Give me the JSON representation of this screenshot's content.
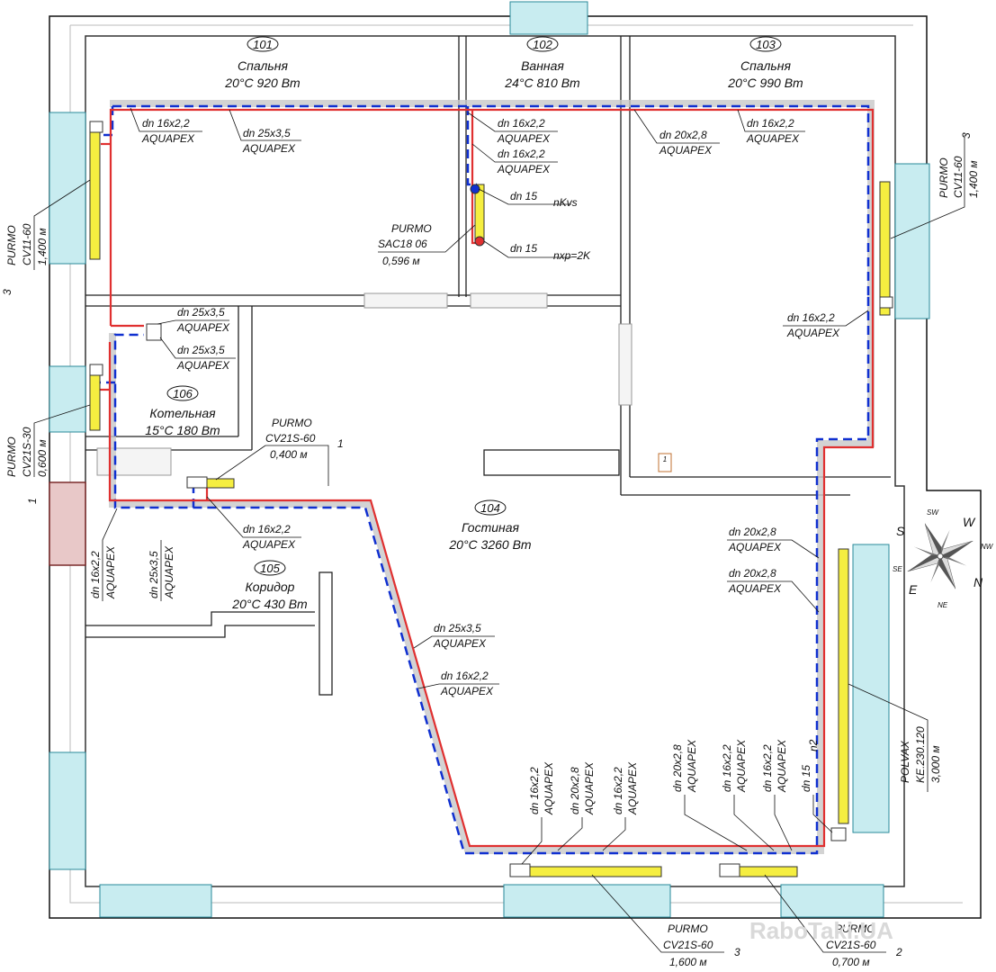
{
  "rooms": [
    {
      "num": "101",
      "name": "Спальня",
      "spec": "20°C 920 Вт"
    },
    {
      "num": "102",
      "name": "Ванная",
      "spec": "24°C 810 Вт"
    },
    {
      "num": "103",
      "name": "Спальня",
      "spec": "20°C 990 Вт"
    },
    {
      "num": "104",
      "name": "Гостиная",
      "spec": "20°C 3260 Вт"
    },
    {
      "num": "105",
      "name": "Коридор",
      "spec": "20°C 430 Вт"
    },
    {
      "num": "106",
      "name": "Котельная",
      "spec": "15°C 180 Вт"
    }
  ],
  "pipes": {
    "p16": "dn 16x2,2",
    "p25": "dn 25x3,5",
    "p20": "dn 20x2,8",
    "p15": "dn 15",
    "material": "AQUAPEX",
    "valve_kvs": "nKvs",
    "valve_xp": "nxp=2K"
  },
  "radiators": [
    {
      "brand": "PURMO",
      "model": "CV11-60",
      "length": "1,400 м",
      "count": "3"
    },
    {
      "brand": "PURMO",
      "model": "CV11-60",
      "length": "1,400 м",
      "count": "3"
    },
    {
      "brand": "PURMO",
      "model": "SAC18 06",
      "length": "0,596 м",
      "count": ""
    },
    {
      "brand": "PURMO",
      "model": "CV21S-30",
      "length": "0,600 м",
      "count": "1"
    },
    {
      "brand": "PURMO",
      "model": "CV21S-60",
      "length": "0,400 м",
      "count": "1"
    },
    {
      "brand": "POLVAX",
      "model": "KE.230.120",
      "length": "3,000 м",
      "count": "n2"
    },
    {
      "brand": "PURMO",
      "model": "CV21S-60",
      "length": "1,600 м",
      "count": "3"
    },
    {
      "brand": "PURMO",
      "model": "CV21S-60",
      "length": "0,700 м",
      "count": "2"
    }
  ],
  "compass": {
    "n": "N",
    "s": "S",
    "e": "E",
    "w": "W",
    "ne": "NE",
    "nw": "NW",
    "se": "SE",
    "sw": "SW"
  },
  "stair_mark": "1",
  "watermark": "RaboTaki.UA",
  "colors": {
    "supply": "#e03030",
    "return": "#1030d0",
    "radiator": "#f5ee40",
    "window": "#c8ecf0",
    "door": "#e8c8c8",
    "wall": "#111111"
  }
}
